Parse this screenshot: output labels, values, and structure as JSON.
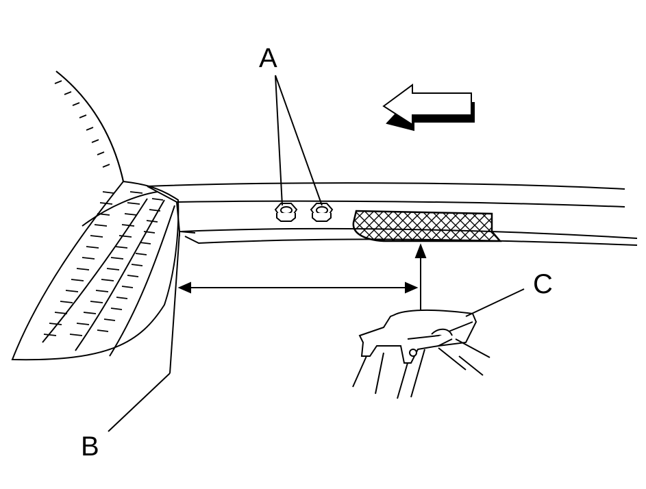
{
  "diagram": {
    "labels": {
      "a": "A",
      "b": "B",
      "c": "C"
    },
    "colors": {
      "ink": "#000000",
      "paper": "#ffffff"
    },
    "icons": {
      "direction": "arrow-left-icon",
      "fastener": "hex-nut-icon",
      "pad": "crosshatch-pad-icon",
      "jack": "jack-lift-icon"
    }
  }
}
